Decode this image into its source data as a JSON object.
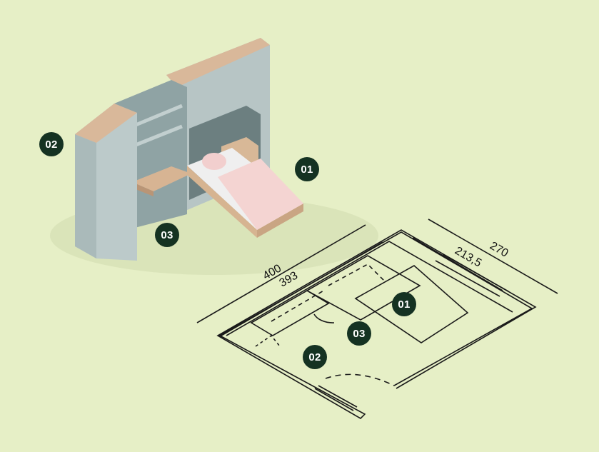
{
  "colors": {
    "background": "#e6efc6",
    "badge": "#153222",
    "cabinet": "#b9c6c6",
    "wood": "#d9b89a",
    "linen": "#f3d6d4"
  },
  "render_labels": {
    "bed": "01",
    "wardrobe": "02",
    "desk": "03"
  },
  "plan_labels": {
    "bed": "01",
    "wardrobe": "02",
    "desk": "03"
  },
  "dimensions": {
    "outer_length": "400",
    "inner_length": "393",
    "outer_width": "270",
    "inner_width": "213,5"
  }
}
